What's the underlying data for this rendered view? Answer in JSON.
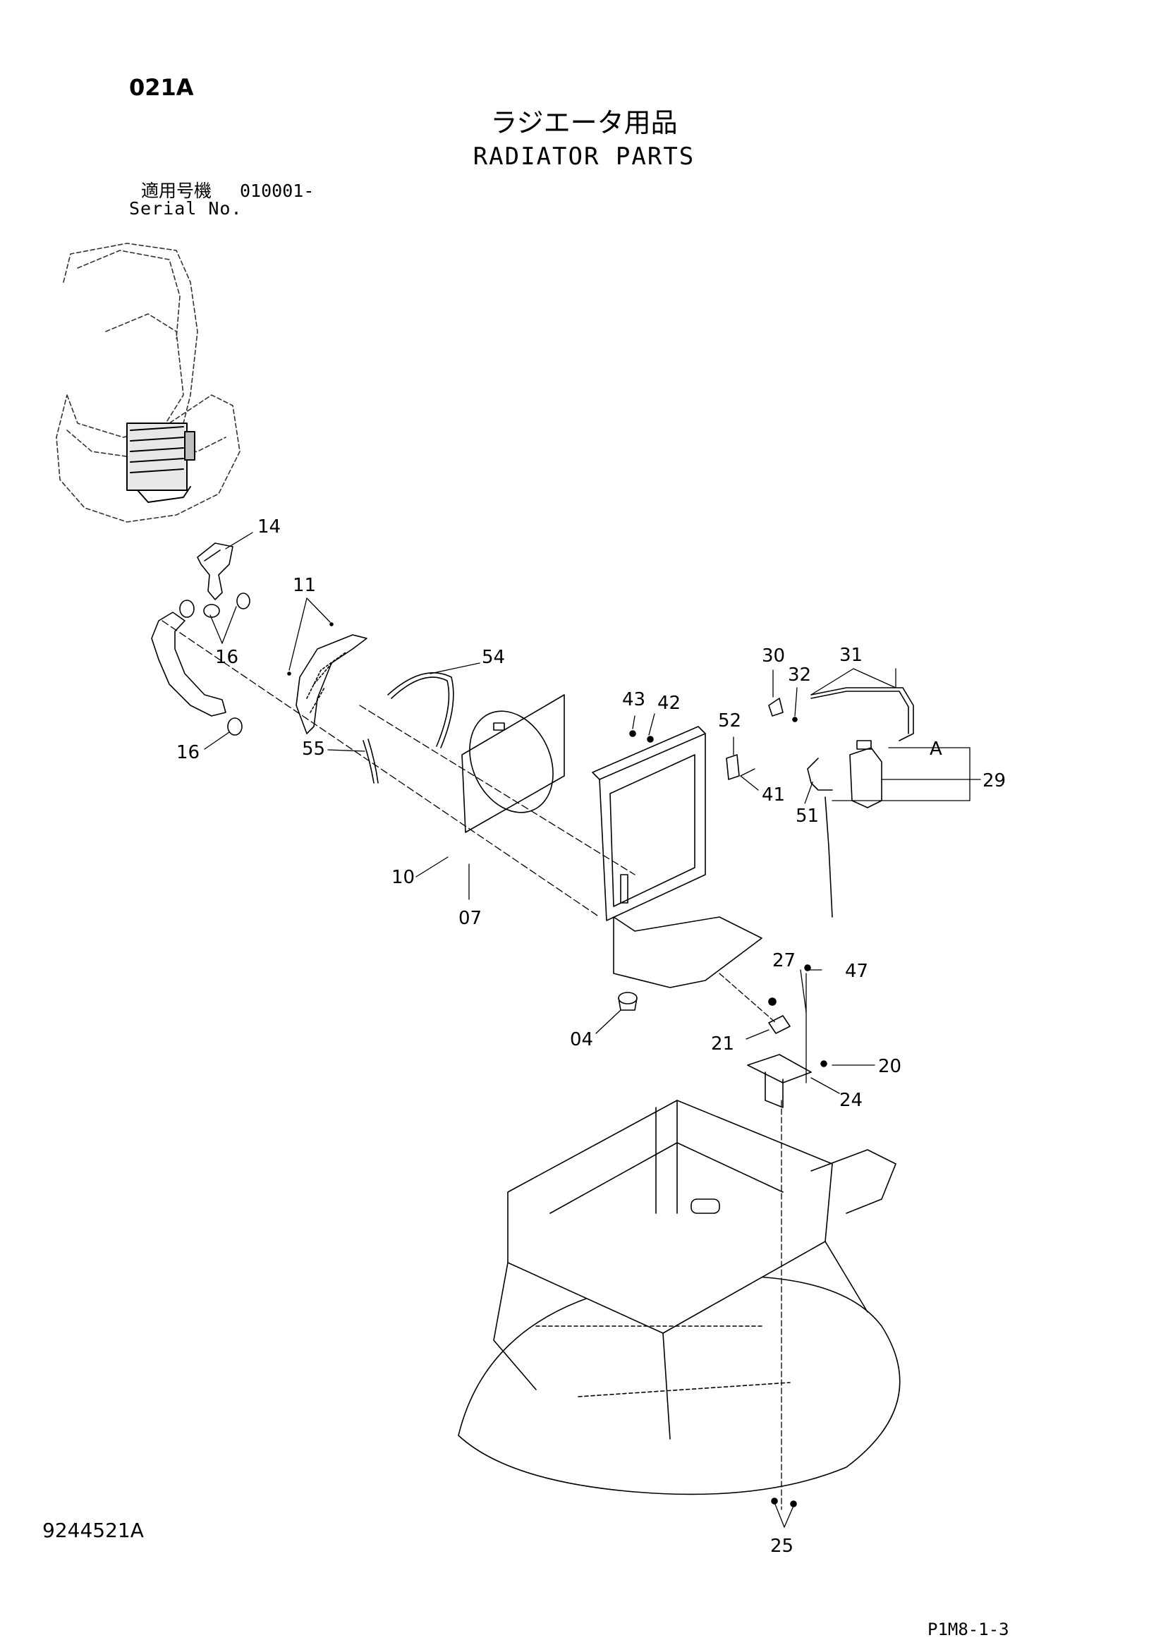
{
  "header": {
    "page_code": "021A",
    "title_jp": "ラジエータ用品",
    "title_en": "RADIATOR PARTS",
    "serial_label_jp": "適用号機",
    "serial_value": "010001-",
    "serial_label_en": "Serial No."
  },
  "callouts": [
    "14",
    "11",
    "16",
    "54",
    "16",
    "55",
    "10",
    "07",
    "43",
    "42",
    "52",
    "30",
    "32",
    "31",
    "A",
    "29",
    "41",
    "51",
    "27",
    "47",
    "04",
    "21",
    "20",
    "24",
    "25"
  ],
  "footer": {
    "drawing_number": "9244521A",
    "page_reference": "P1M8-1-3"
  }
}
